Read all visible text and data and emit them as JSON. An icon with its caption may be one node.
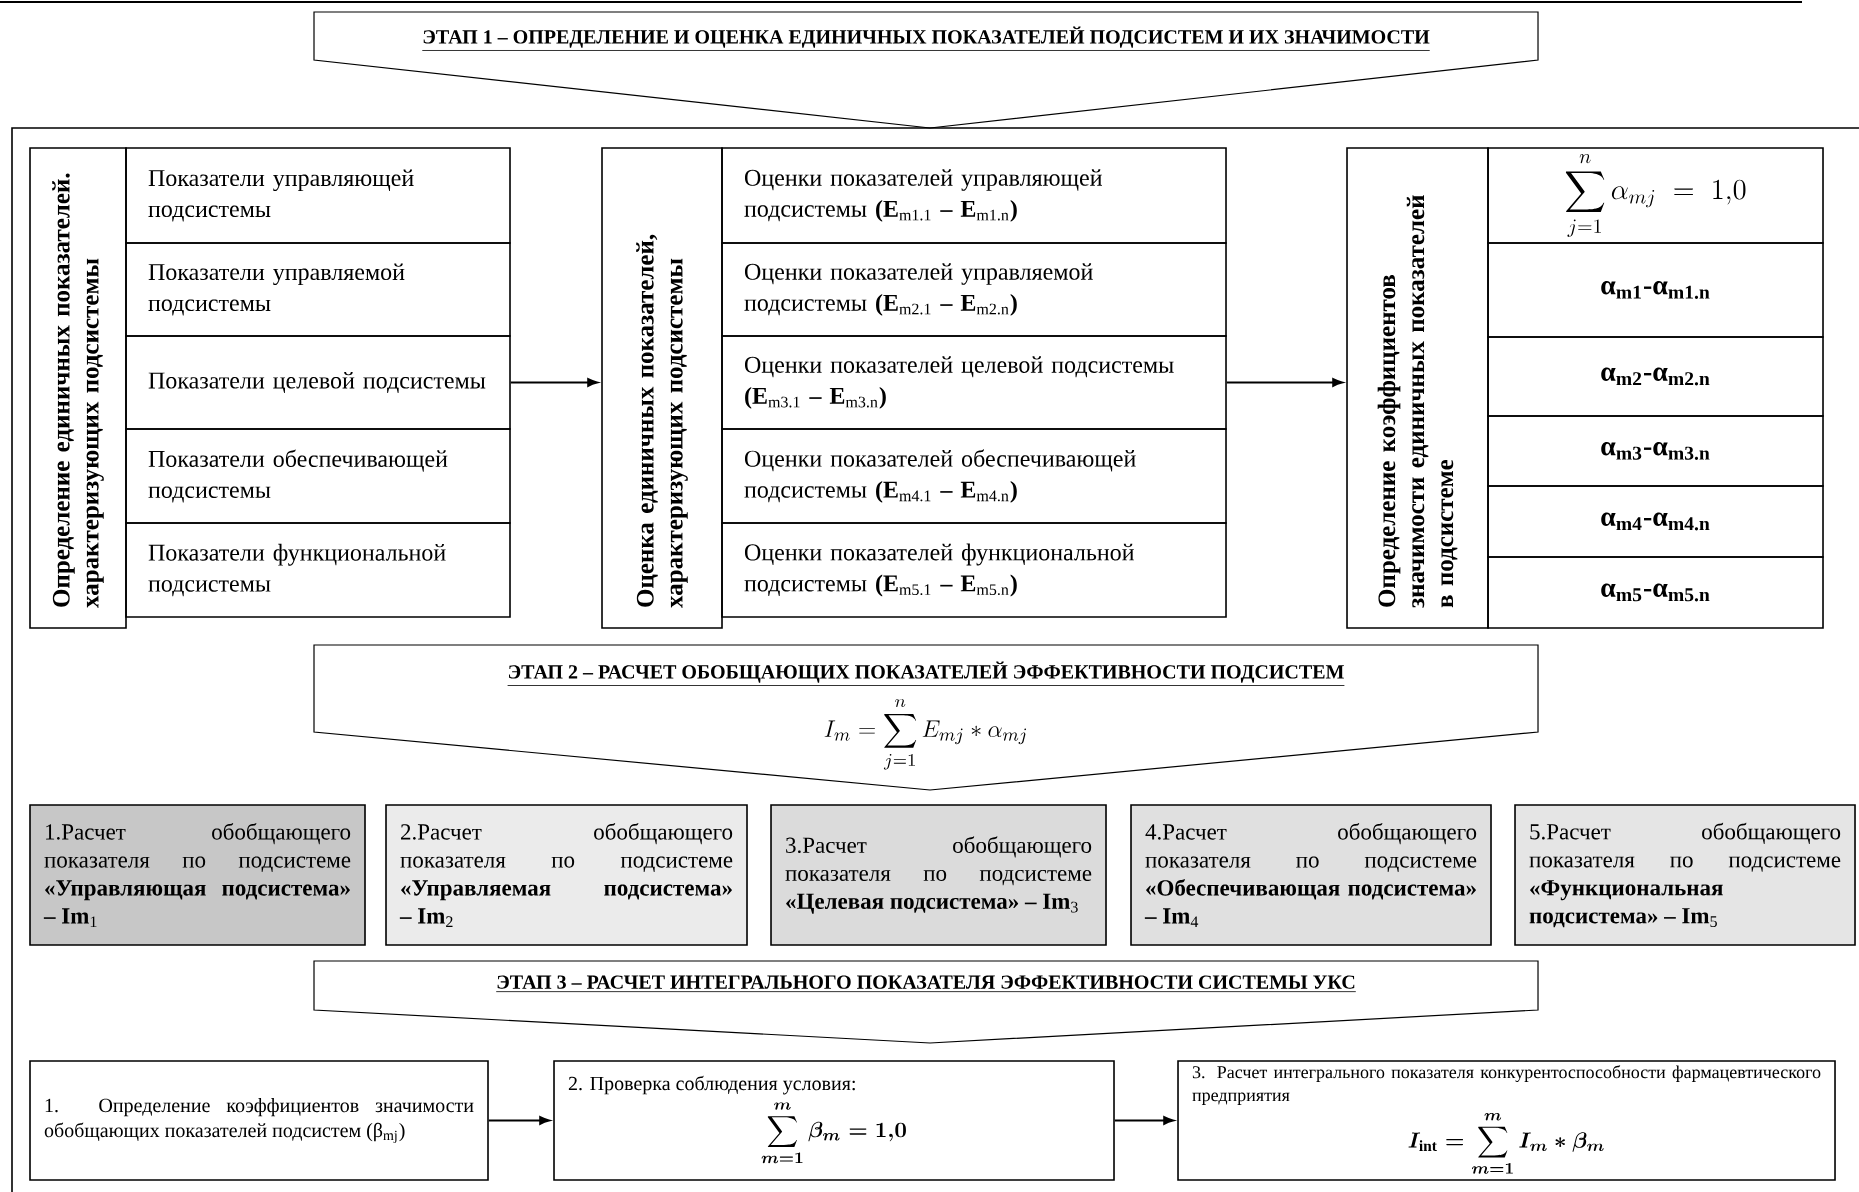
{
  "diagram": {
    "nodes": [
      {
        "text": [
          "ЭТАП 1 – ОПРЕДЕЛЕНИЕ И ОЦЕНКА ЕДИНИЧНЫХ ПОКАЗАТЕЛЕЙ ПОДСИСТЕМ И ИХ ЗНАЧИМОСТИ"
        ]
      },
      {
        "text": [
          "Определение единичных показателей. характеризующих подсистемы"
        ]
      },
      {
        "text": [
          "Показатели управляющей подсистемы"
        ]
      },
      {
        "text": [
          "Показатели управляемой подсистемы"
        ]
      },
      {
        "text": [
          "Показатели целевой подсистемы"
        ]
      },
      {
        "text": [
          "Показатели обеспечивающей подсистемы"
        ]
      },
      {
        "text": [
          "Показатели функциональной подсистемы"
        ]
      },
      {
        "text": [
          "Оценка единичных показателей, характеризующих подсистемы"
        ]
      },
      {
        "text": [
          "Оценки показателей управляющей подсистемы **(E**$_{m1.1}$ **– E**$_{m1.n}$**)**"
        ]
      },
      {
        "text": [
          "Оценки показателей управляемой подсистемы **(E**$_{m2.1}$ **– E**$_{m2.n}$**)**"
        ]
      },
      {
        "text": [
          "Оценки показателей целевой подсистемы **(E**$_{m3.1}$ **– E**$_{m3.n}$**)**"
        ]
      },
      {
        "text": [
          "Оценки показателей обеспечивающей подсистемы **(E**$_{m4.1}$ **– E**$_{m4.n}$**)**"
        ]
      },
      {
        "text": [
          "Оценки показателей функциональной подсистемы **(E**$_{m5.1}$ **– E**$_{m5.n}$**)**"
        ]
      },
      {
        "text": [
          "Определение коэффициентов значимости единичных показателей в подсистеме"
        ]
      },
      {
        "text": [
          "\\sum_{j=1}^{n}\\alpha_{mj}=1{,}0"
        ]
      },
      {
        "text": [
          "α$_{m1}$-α$_{m1.n}$"
        ]
      },
      {
        "text": [
          "α$_{m2}$-α$_{m2.n}$"
        ]
      },
      {
        "text": [
          "α$_{m3}$-α$_{m3.n}$"
        ]
      },
      {
        "text": [
          "α$_{m4}$-α$_{m4.n}$"
        ]
      },
      {
        "text": [
          "α$_{m5}$-α$_{m5.n}$"
        ]
      },
      {
        "text": [
          "ЭТАП 2 – РАСЧЕТ ОБОБЩАЮЩИХ ПОКАЗАТЕЛЕЙ ЭФФЕКТИВНОСТИ ПОДСИСТЕМ",
          "I_m = \\sum_{j=1}^{n} E_{mj} * \\alpha_{mj}"
        ]
      },
      {
        "text": [
          "1.Расчет обобщающего показателя по подсистеме **«Управляющая подсистема» – Im**$_{1}$"
        ]
      },
      {
        "text": [
          "2.Расчет обобщающего показателя по подсистеме **«Управляемая подсистема» – Im**$_{2}$"
        ]
      },
      {
        "text": [
          "3.Расчет обобщающего показателя по подсистеме **«Целевая подсистема» – Im**$_{3}$"
        ]
      },
      {
        "text": [
          "4.Расчет обобщающего показателя по подсистеме **«Обеспечивающая подсистема» – Im**$_{4}$"
        ]
      },
      {
        "text": [
          "5.Расчет обобщающего показателя по подсистеме **«Функциональная подсистема» – Im**$_{5}$"
        ]
      },
      {
        "text": [
          "ЭТАП 3 – РАСЧЕТ ИНТЕГРАЛЬНОГО ПОКАЗАТЕЛЯ ЭФФЕКТИВНОСТИ СИСТЕМЫ УКС"
        ]
      },
      {
        "text": [
          "1. Определение коэффициентов значимости обобщающих показателей подсистем (β$_{mj}$)"
        ]
      },
      {
        "text": [
          "2. Проверка соблюдения условия:",
          "\\sum_{m=1}^{m}\\beta_m = 1{,}0"
        ]
      },
      {
        "text": [
          "3. Расчет интегрального показателя конкурентоспособности фармацевтического предприятия",
          "I_{\\mathrm{int}} = \\sum_{m=1}^{m} I_m * \\beta_m"
        ]
      }
    ],
    "edges": [
      {
        "from": 4,
        "to": 7,
        "arrow": "to"
      },
      {
        "from": 10,
        "to": 13,
        "arrow": "to"
      },
      {
        "from": 27,
        "to": 28,
        "arrow": "to"
      },
      {
        "from": 28,
        "to": 29,
        "arrow": "to"
      }
    ]
  }
}
